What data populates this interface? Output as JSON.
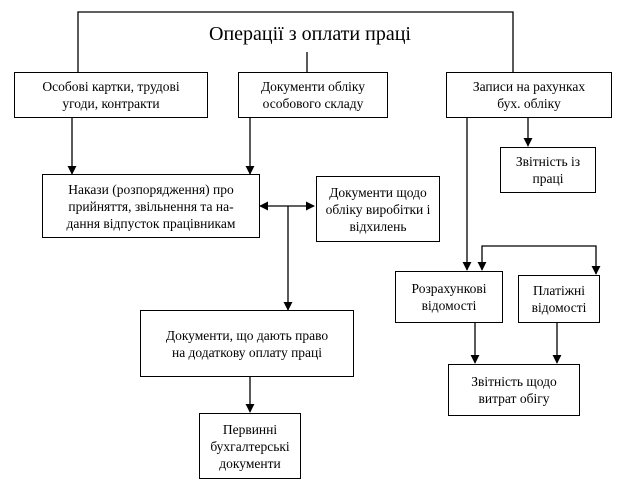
{
  "title": "Операції з оплати праці",
  "nodes": {
    "personal_cards": "Особові картки, трудові\nугоди, контракти",
    "staff_records": "Документи обліку\nособового складу",
    "account_entries": "Записи на рахунках\nбух. обліку",
    "labor_report": "Звітність із\nпраці",
    "orders": "Накази (розпорядження) про\nприйняття, звільнення та на-\nдання відпусток працівникам",
    "output_docs": "Документи щодо\nобліку виробітки і\nвідхилень",
    "payroll_sheets": "Розрахункові\nвідомості",
    "payment_sheets": "Платіжні\nвідомості",
    "extra_pay_docs": "Документи, що дають право\nна додаткову оплату праці",
    "expense_report": "Звітність щодо\nвитрат обігу",
    "primary_docs": "Первинні\nбухгалтерські\nдокументи"
  }
}
